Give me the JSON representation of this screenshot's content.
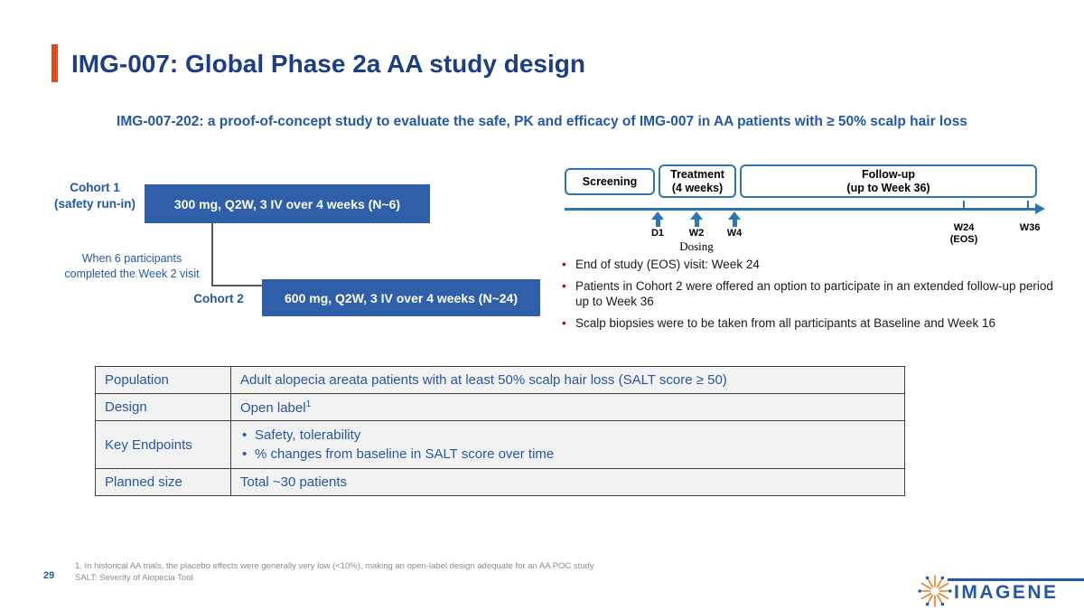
{
  "slide": {
    "title": "IMG-007: Global Phase 2a AA study design",
    "subtitle": "IMG-007-202: a proof-of-concept study to evaluate the safe, PK and efficacy of IMG-007 in AA patients with ≥ 50% scalp hair loss",
    "page_number": "29"
  },
  "cohort_diagram": {
    "cohort1_label_line1": "Cohort 1",
    "cohort1_label_line2": "(safety run-in)",
    "cohort1_box": "300 mg, Q2W, 3 IV over 4 weeks (N~6)",
    "transition_line1": "When 6 participants",
    "transition_line2": "completed the Week 2 visit",
    "cohort2_label": "Cohort 2",
    "cohort2_box": "600 mg, Q2W, 3 IV over 4 weeks (N~24)"
  },
  "timeline": {
    "phases": [
      {
        "line1": "Screening",
        "line2": ""
      },
      {
        "line1": "Treatment",
        "line2": "(4 weeks)"
      },
      {
        "line1": "Follow-up",
        "line2": "(up to Week 36)"
      }
    ],
    "dose_marks": [
      "D1",
      "W2",
      "W4"
    ],
    "dosing_label": "Dosing",
    "w24_label": "W24",
    "eos_label": "(EOS)",
    "w36_label": "W36"
  },
  "key_points": [
    "End of study (EOS) visit: Week 24",
    "Patients in Cohort 2 were offered an option to participate in an extended follow-up period up to Week 36",
    "Scalp biopsies were to be taken from all participants at Baseline and Week 16"
  ],
  "study_table": {
    "rows": [
      {
        "label": "Population",
        "value": "Adult alopecia areata patients with at least 50% scalp hair loss (SALT score ≥ 50)"
      },
      {
        "label": "Design",
        "value": "Open label",
        "footnote_ref": "1"
      },
      {
        "label": "Key Endpoints",
        "bullets": [
          "Safety, tolerability",
          "% changes from baseline in SALT score over time"
        ]
      },
      {
        "label": "Planned size",
        "value": "Total ~30 patients"
      }
    ]
  },
  "footer": {
    "footnote_line1": "1. In historical AA trials, the placebo effects were generally very low (<10%), making an open-label design adequate for an AA POC study",
    "footnote_line2": "SALT: Severity of Alopecia Tool",
    "logo_text": "IMAGENE"
  },
  "colors": {
    "title_blue": "#1c3e85",
    "body_blue": "#2457a8",
    "dose_box_blue": "#2e5fa8",
    "timeline_blue": "#2e75b6",
    "accent_orange": "#e8481c",
    "bullet_red": "#c00000"
  }
}
